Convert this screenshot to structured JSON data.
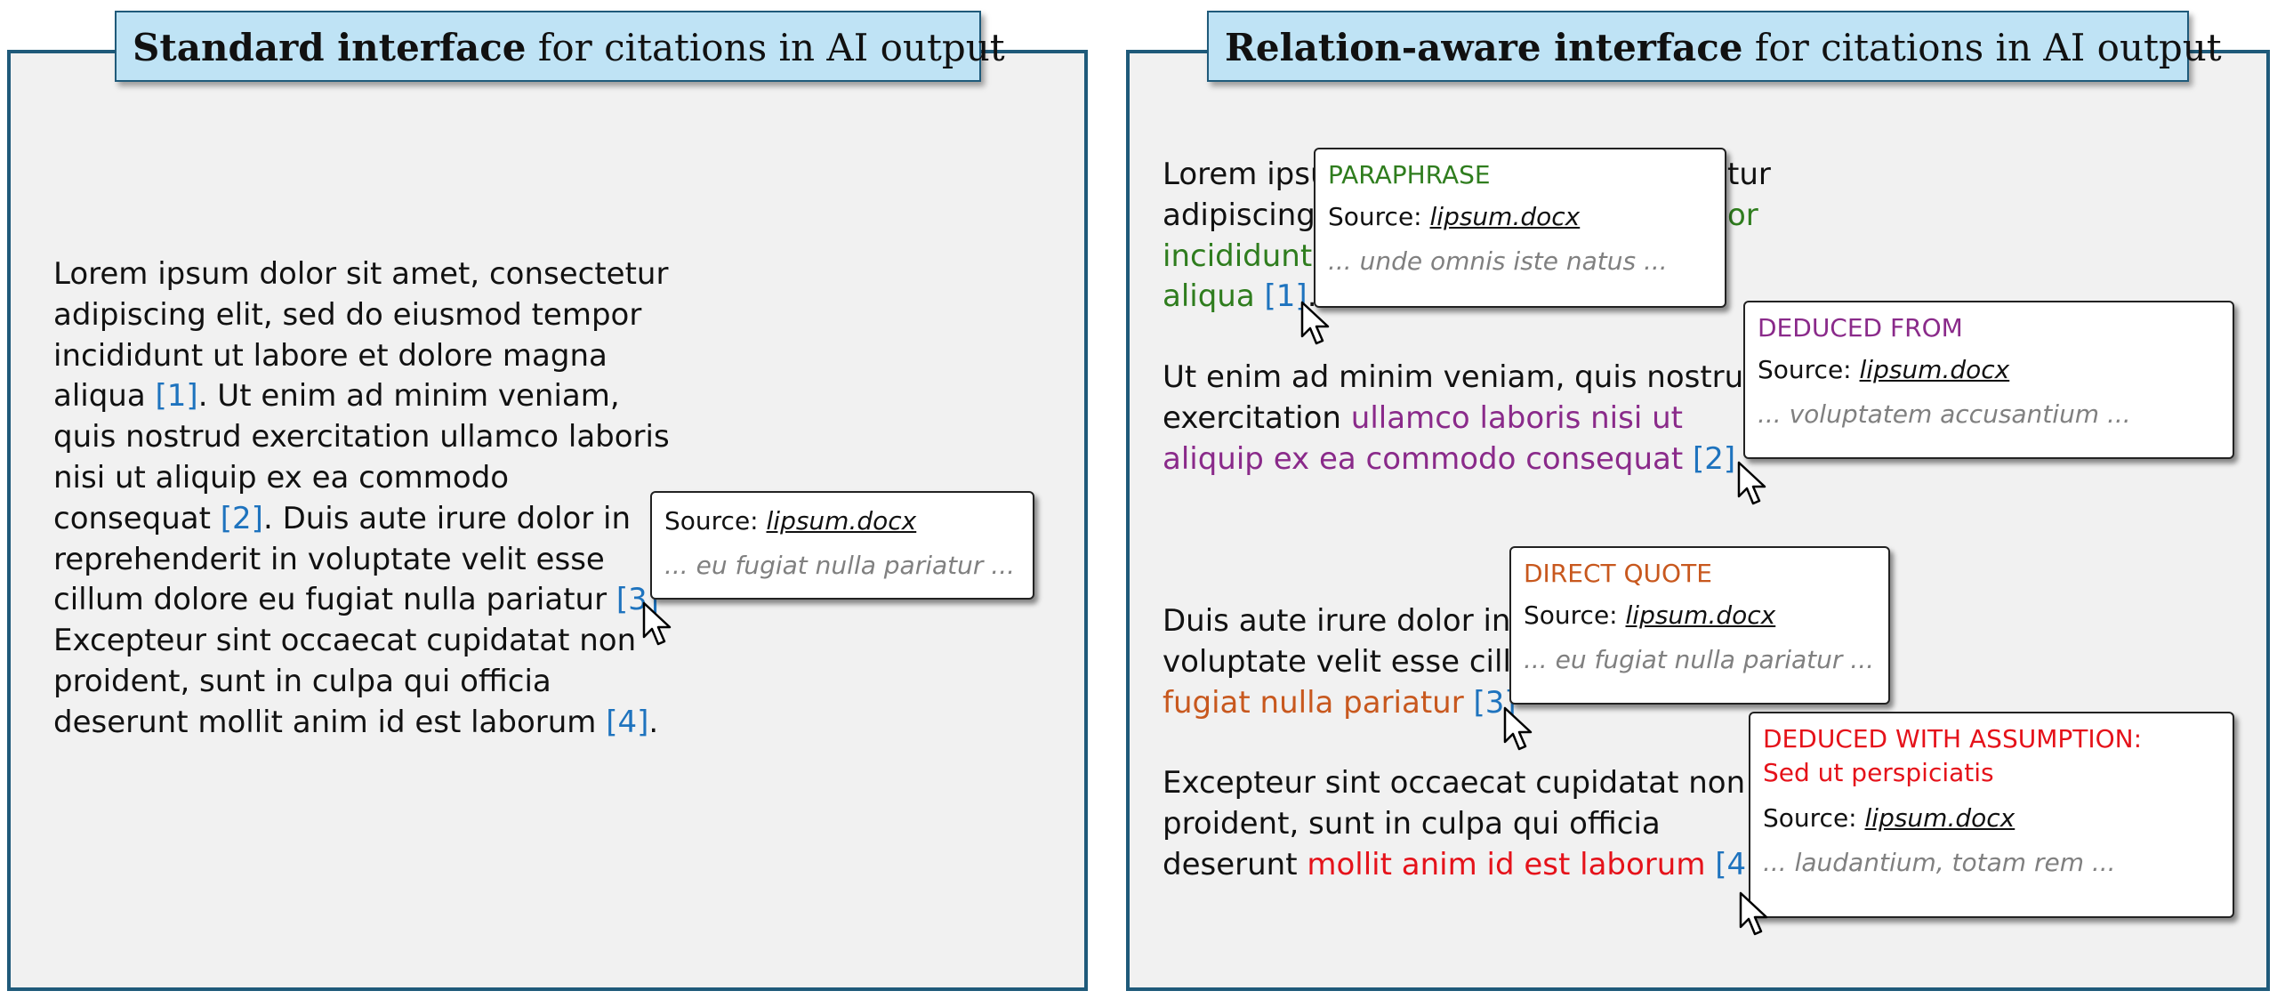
{
  "left_panel": {
    "title_bold": "Standard interface",
    "title_rest": " for citations in AI output",
    "lines": [
      "Lorem ipsum dolor sit amet, consectetur",
      "adipiscing elit, sed do eiusmod tempor",
      "incididunt ut labore et dolore magna",
      "aliqua ",
      "[1]",
      ". Ut enim ad minim veniam,",
      "quis nostrud exercitation ullamco laboris",
      "nisi ut aliquip ex ea commodo",
      "consequat ",
      "[2]",
      ". Duis aute irure dolor in",
      "reprehenderit in voluptate velit esse",
      "cillum dolore eu fugiat nulla pariatur ",
      "[3]",
      "Excepteur sint occaecat cupidatat non",
      "proident, sunt in culpa qui officia",
      "deserunt mollit anim id est laborum ",
      "[4]",
      "."
    ],
    "popup": {
      "source_label": "Source: ",
      "source_file": "lipsum.docx",
      "snippet": "... eu fugiat nulla pariatur ..."
    }
  },
  "right_panel": {
    "title_bold": "Relation-aware interface",
    "title_rest": " for citations in AI output",
    "para1": [
      "Lorem ipsu",
      "tur",
      "adipiscing",
      "or",
      "incididunt",
      "aliqua ",
      "[1]",
      "."
    ],
    "para2": [
      "Ut enim ad minim veniam, quis nostru",
      "exercitation ",
      "ullamco laboris nisi ut",
      "aliquip ex ea commodo consequat ",
      "[2]",
      "."
    ],
    "para3": [
      "Duis aute irure dolor in",
      "voluptate velit esse cillu",
      "fugiat nulla pariatur ",
      "[3]"
    ],
    "para4": [
      "Excepteur sint occaecat cupidatat non",
      "proident, sunt in culpa qui officia",
      "deserunt ",
      "mollit anim id est laborum ",
      "[4]",
      "."
    ],
    "popups": [
      {
        "relation": "PARAPHRASE",
        "source_label": "Source: ",
        "source_file": "lipsum.docx",
        "snippet": "... unde omnis iste natus ...",
        "color": "#2f7d1e"
      },
      {
        "relation": "DEDUCED FROM",
        "source_label": "Source: ",
        "source_file": "lipsum.docx",
        "snippet": "... voluptatem accusantium ...",
        "color": "#8a2a8a"
      },
      {
        "relation": "DIRECT QUOTE",
        "source_label": "Source: ",
        "source_file": "lipsum.docx",
        "snippet": "... eu fugiat nulla pariatur ...",
        "color": "#c8581e"
      },
      {
        "relation": "DEDUCED WITH ASSUMPTION:",
        "relation_line2": "Sed ut perspiciatis",
        "source_label": "Source: ",
        "source_file": "lipsum.docx",
        "snippet": "... laudantium, totam rem ...",
        "color": "#e5121a"
      }
    ]
  },
  "colors": {
    "panel_border": "#1f5a7a",
    "title_bg": "#bfe3f5",
    "citation": "#1e73be",
    "paraphrase": "#2f7d1e",
    "deduced_from": "#8a2a8a",
    "direct_quote": "#c8581e",
    "deduced_with_assumption": "#e5121a"
  },
  "icons": [
    "mouse-pointer-icon"
  ]
}
